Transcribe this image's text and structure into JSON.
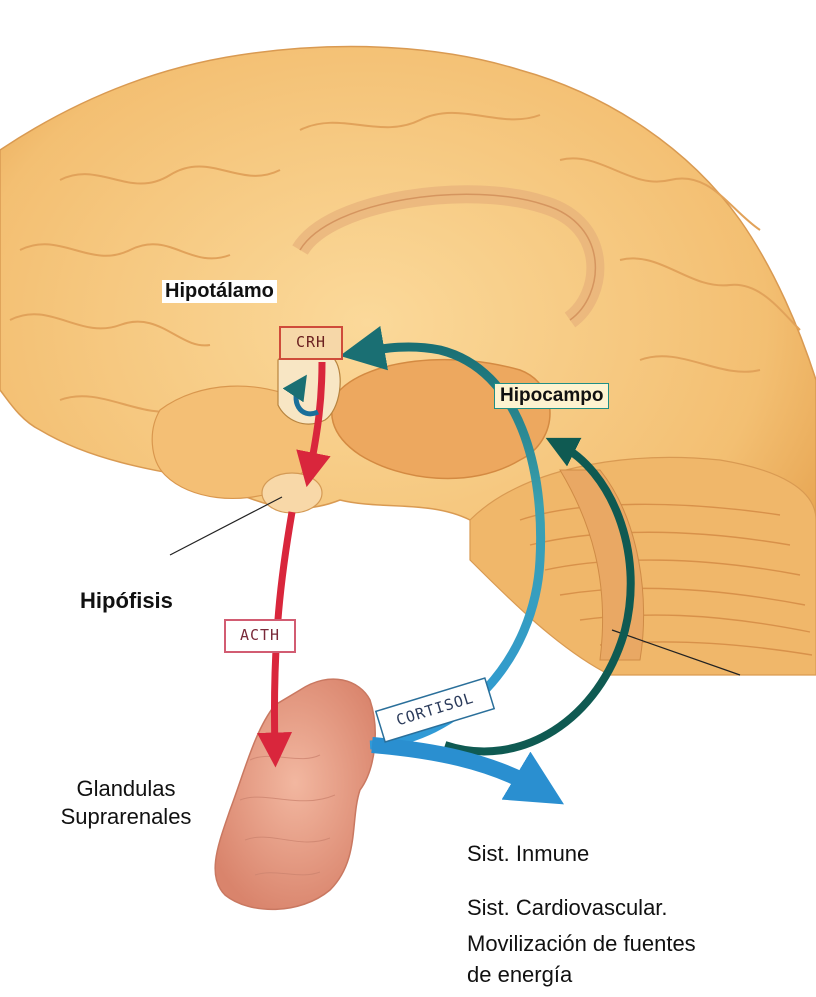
{
  "labels": {
    "hipotalamo": "Hipotálamo",
    "hipocampo": "Hipocampo",
    "hipofisis": "Hipófisis",
    "glandulas_line1": "Glandulas",
    "glandulas_line2": "Suprarenales",
    "inmune": "Sist. Inmune",
    "cardio": "Sist. Cardiovascular.",
    "energia_line1": "Movilización de fuentes",
    "energia_line2": "de energía"
  },
  "hormones": {
    "crh": "CRH",
    "acth": "ACTH",
    "cortisol": "CORTISOL"
  },
  "colors": {
    "brain": "#f3c27a",
    "brain_shadow": "#d98f3f",
    "adrenal": "#e8a08a",
    "red_arrow": "#d9263c",
    "blue_arrow": "#2a8fd0",
    "teal_arrow": "#0f5a52",
    "teal_box": "#1f8f86"
  }
}
